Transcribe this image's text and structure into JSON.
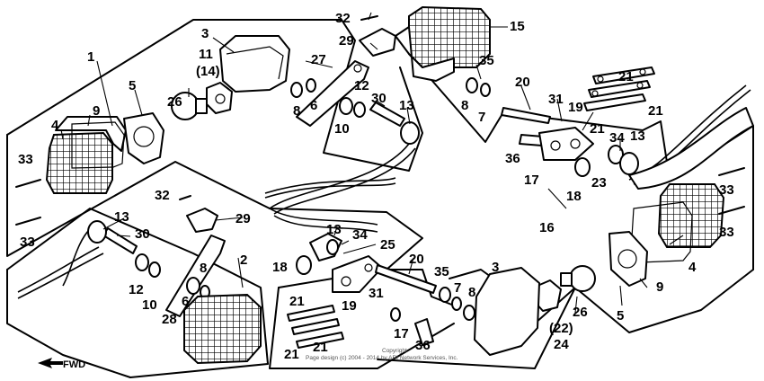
{
  "diagram": {
    "labels": {
      "l1": "1",
      "l2": "2",
      "l3a": "3",
      "l3b": "3",
      "l4a": "4",
      "l4b": "4",
      "l5a": "5",
      "l5b": "5",
      "l6a": "6",
      "l6b": "6",
      "l7a": "7",
      "l7b": "7",
      "l8a": "8",
      "l8b": "8",
      "l8c": "8",
      "l8d": "8",
      "l9a": "9",
      "l9b": "9",
      "l10a": "10",
      "l10b": "10",
      "l11": "11",
      "l12a": "12",
      "l12b": "12",
      "l13a": "13",
      "l13b": "13",
      "l13c": "13",
      "l13d": "13",
      "l14": "(14)",
      "l15": "15",
      "l16": "16",
      "l17a": "17",
      "l17b": "17",
      "l18a": "18",
      "l18b": "18",
      "l19a": "19",
      "l19b": "19",
      "l20a": "20",
      "l20b": "20",
      "l21a": "21",
      "l21b": "21",
      "l21c": "21",
      "l21d": "21",
      "l21e": "21",
      "l21f": "21",
      "l22": "(22)",
      "l23": "23",
      "l24": "24",
      "l25": "25",
      "l26a": "26",
      "l26b": "26",
      "l27": "27",
      "l28": "28",
      "l29a": "29",
      "l29b": "29",
      "l30a": "30",
      "l30b": "30",
      "l31a": "31",
      "l31b": "31",
      "l32a": "32",
      "l32b": "32",
      "l33a": "33",
      "l33b": "33",
      "l33c": "33",
      "l33d": "33",
      "l34a": "34",
      "l34b": "34",
      "l35a": "35",
      "l35b": "35",
      "l36a": "36",
      "l36b": "36"
    },
    "copyright_line1": "Copyright",
    "copyright_line2": "Page design (c) 2004 - 2014 by ARI Network Services, Inc.",
    "fwd_label": "FWD"
  }
}
